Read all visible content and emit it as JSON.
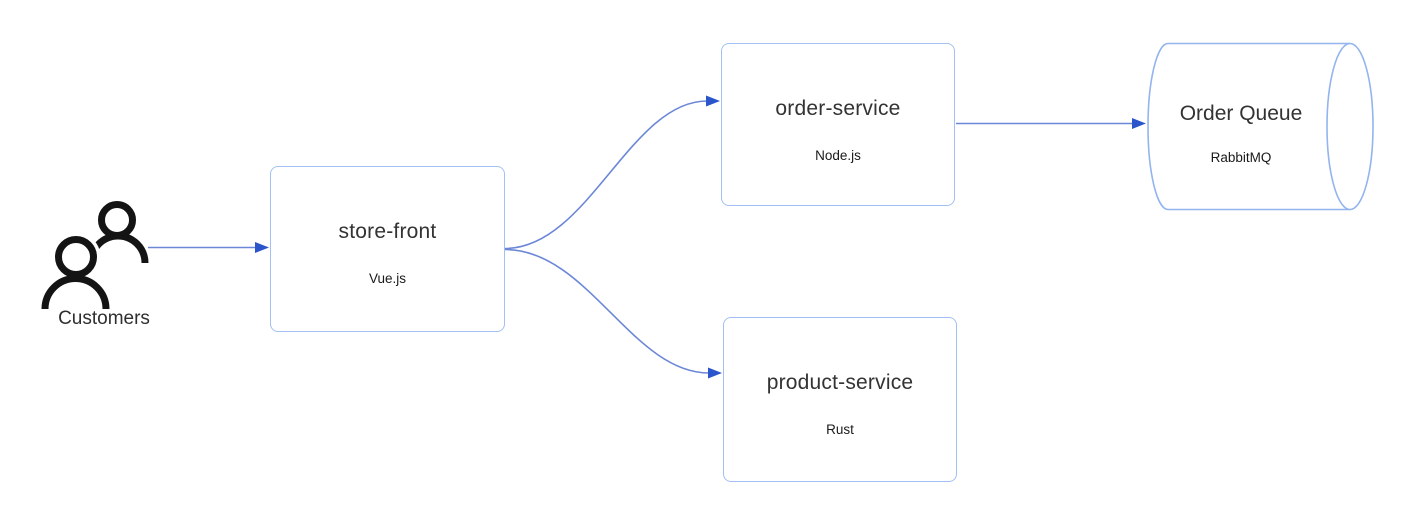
{
  "diagram": {
    "type": "architecture-flow",
    "background": "#ffffff",
    "actor": {
      "label": "Customers",
      "icon": "people-icon"
    },
    "nodes": {
      "store_front": {
        "title": "store-front",
        "subtitle": "Vue.js",
        "shape": "rounded-rect"
      },
      "order_service": {
        "title": "order-service",
        "subtitle": "Node.js",
        "shape": "rounded-rect"
      },
      "product_service": {
        "title": "product-service",
        "subtitle": "Rust",
        "shape": "rounded-rect"
      },
      "order_queue": {
        "title": "Order Queue",
        "subtitle": "RabbitMQ",
        "shape": "cylinder"
      }
    },
    "edges": [
      {
        "from": "Customers",
        "to": "store-front",
        "style": "straight-arrow"
      },
      {
        "from": "store-front",
        "to": "order-service",
        "style": "curved-arrow"
      },
      {
        "from": "store-front",
        "to": "product-service",
        "style": "curved-arrow"
      },
      {
        "from": "order-service",
        "to": "Order Queue",
        "style": "straight-arrow"
      }
    ],
    "colors": {
      "node_border": "#a2c0f2",
      "edge_line": "#6c87d8",
      "edge_arrowhead": "#2b55cb",
      "icon": "#141414",
      "title_text": "#333333",
      "subtitle_text": "#1a1a1a"
    }
  }
}
